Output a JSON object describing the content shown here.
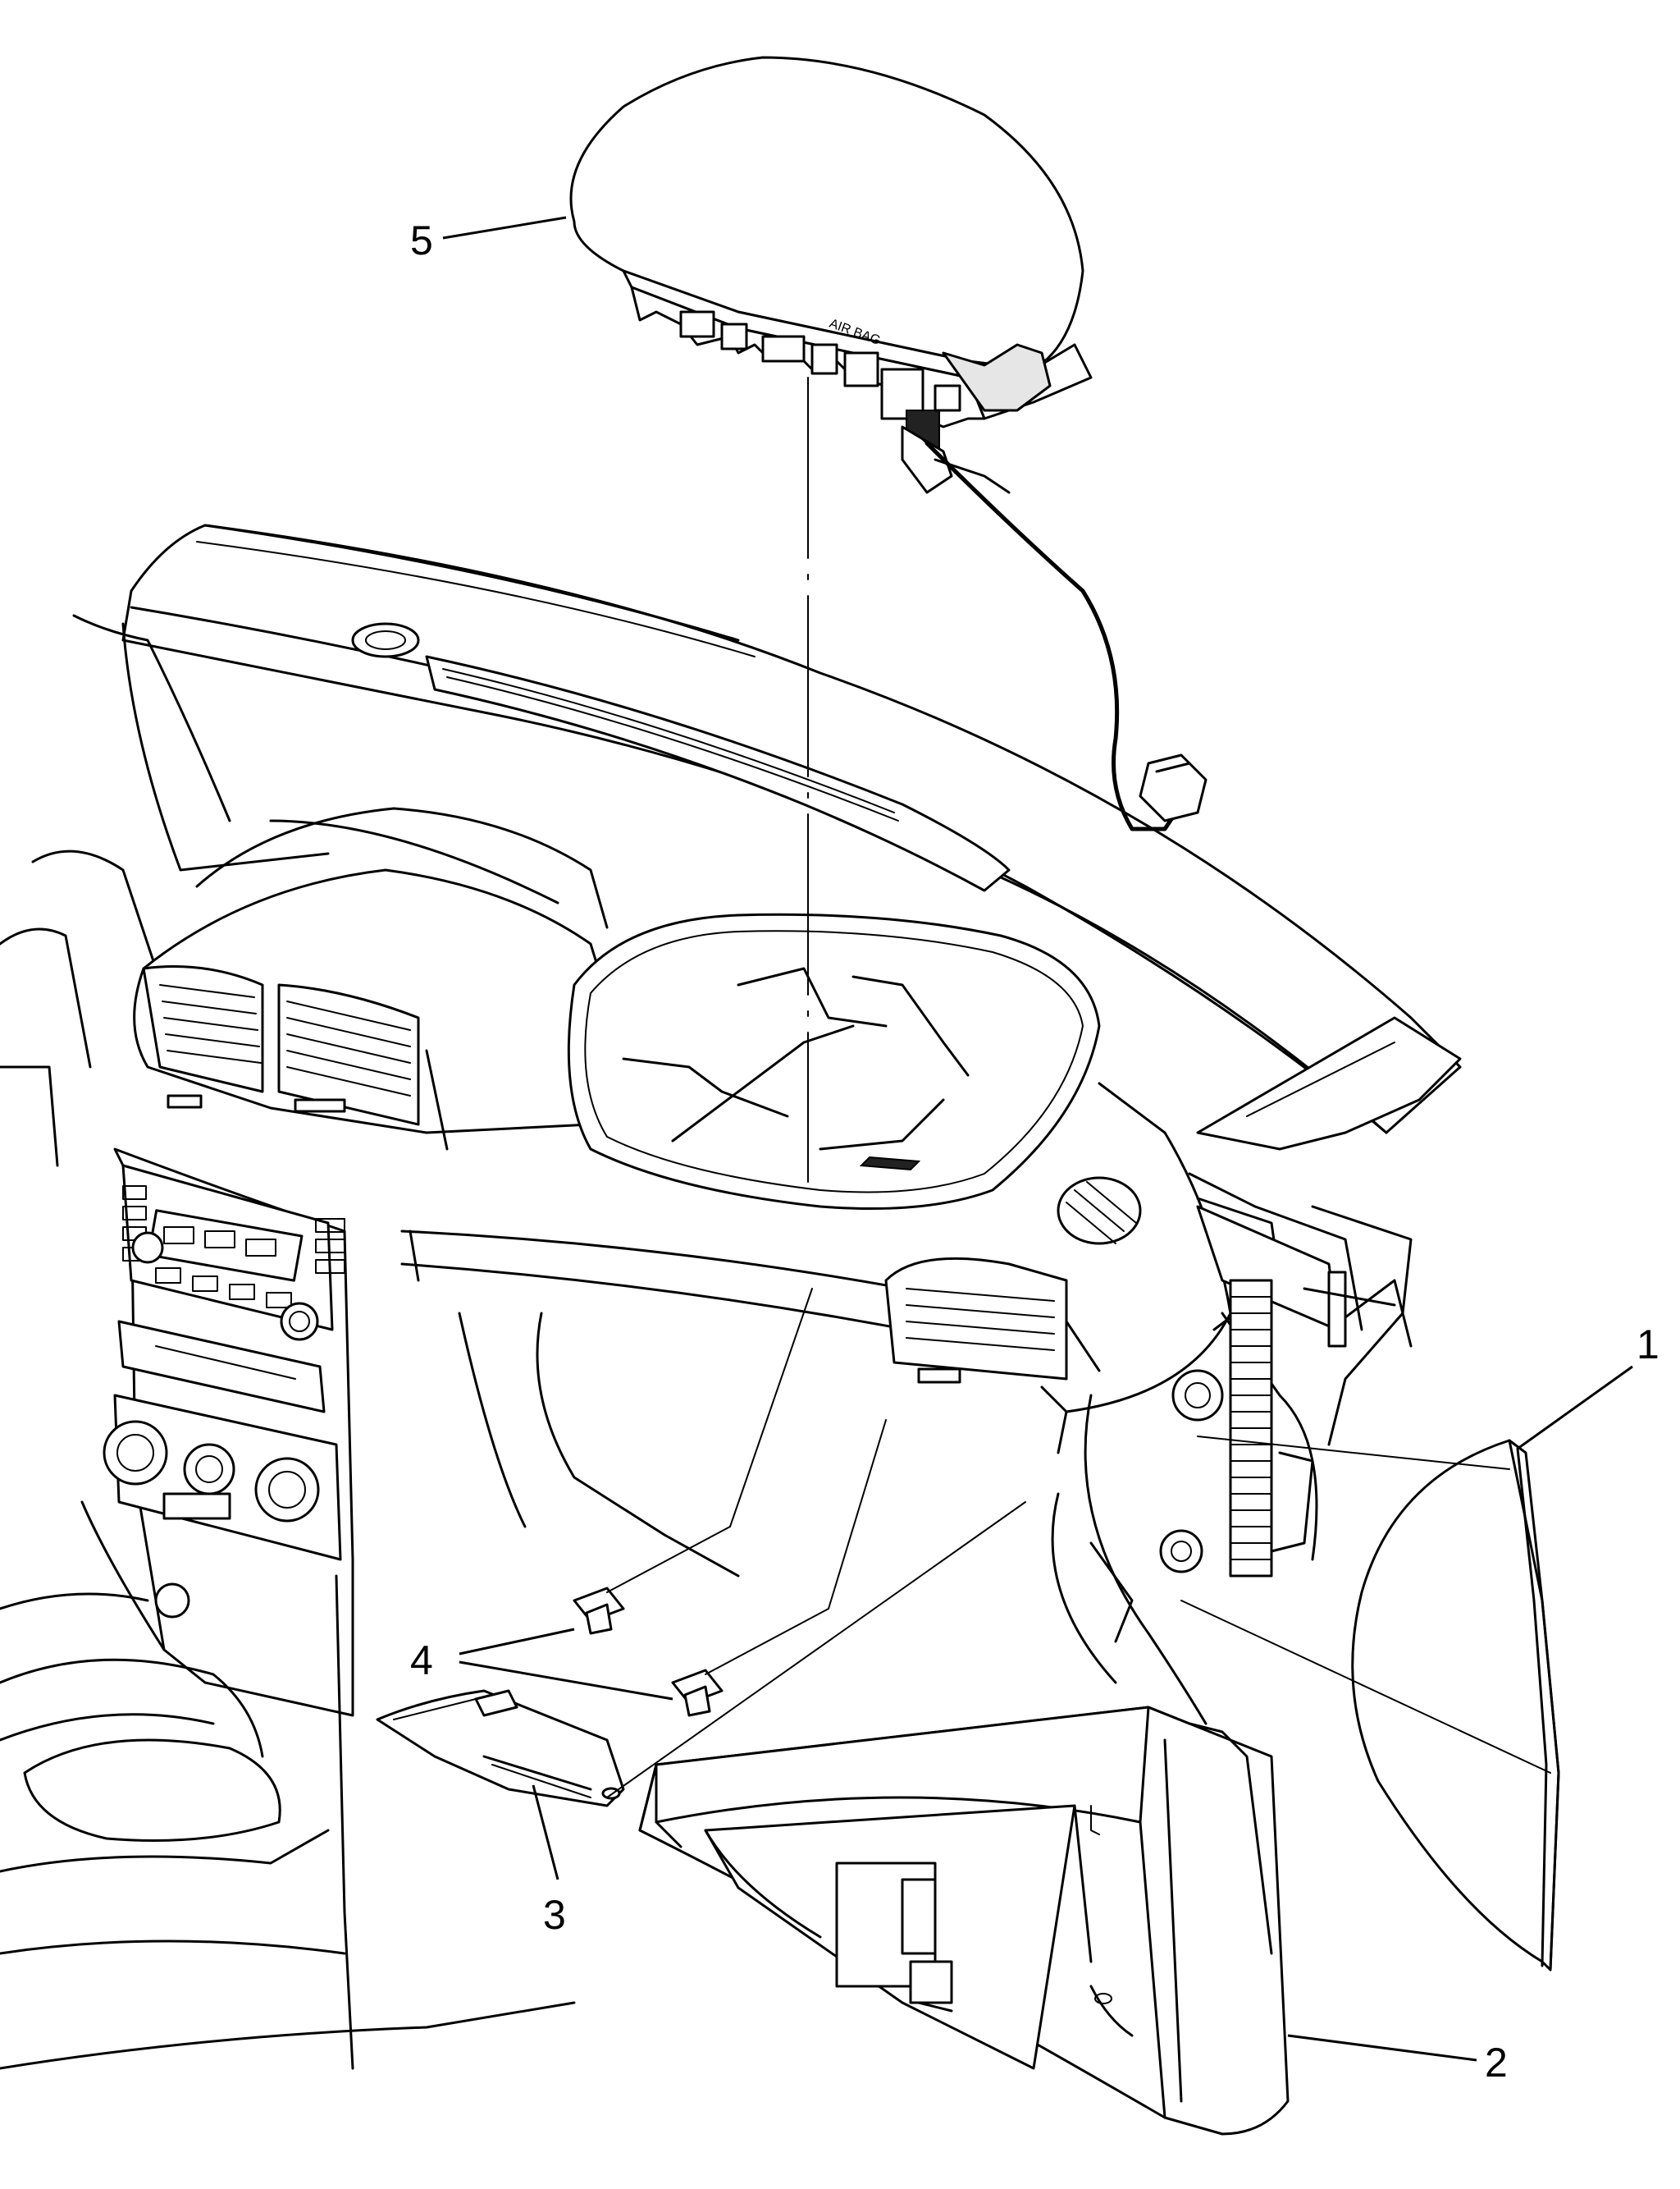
{
  "callouts": {
    "c1": "1",
    "c2": "2",
    "c3": "3",
    "c4": "4",
    "c5": "5"
  },
  "module_label": "AIR BAG"
}
